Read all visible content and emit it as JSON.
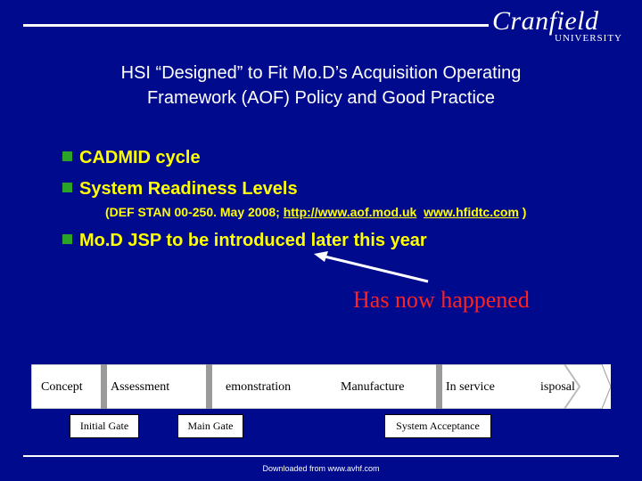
{
  "logo": {
    "word": "Cranfield",
    "sub": "UNIVERSITY"
  },
  "title": {
    "line1": "HSI “Designed” to Fit Mo.D’s Acquisition Operating",
    "line2": "Framework (AOF) Policy and Good Practice"
  },
  "bullets": [
    "CADMID cycle",
    "System Readiness Levels",
    "Mo.D JSP to be introduced later this year"
  ],
  "subline": {
    "prefix": "(DEF STAN 00-250. May 2008; ",
    "link1": "http://www.aof.mod.uk",
    "sep": "  ",
    "link2": "www.hfidtc.com",
    "suffix": " )"
  },
  "callout": "Has now happened",
  "phases": [
    "Concept",
    "Assessment",
    "emonstration",
    "Manufacture",
    "In service",
    "isposal"
  ],
  "gates": [
    "Initial Gate",
    "Main Gate",
    "System Acceptance"
  ],
  "footer": "Downloaded from www.avhf.com",
  "colors": {
    "background": "#000a8c",
    "bullet_text": "#ffff00",
    "callout": "#ff2222",
    "bullet_square": "#2aa52a"
  }
}
